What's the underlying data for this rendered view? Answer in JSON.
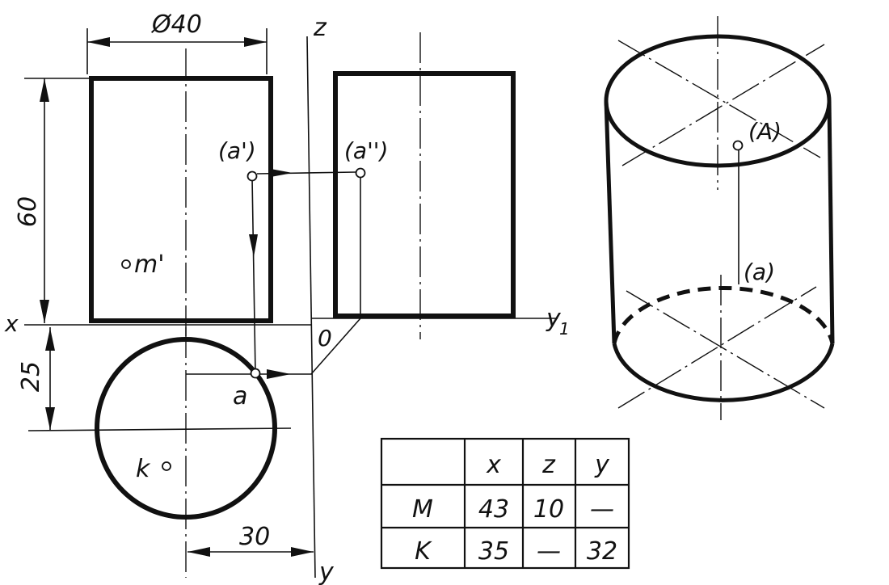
{
  "dimensions": {
    "diameter": "Ø40",
    "height": "60",
    "offset_y": "25",
    "offset_x": "30"
  },
  "axes": {
    "x": "x",
    "y": "y",
    "y1": "y",
    "y1_sub": "1",
    "z": "z",
    "origin": "0"
  },
  "points": {
    "a_front": "(a')",
    "a_side": "(a'')",
    "a_top": "a",
    "m_front": "m'",
    "k_top": "k",
    "A_iso": "(A)",
    "a_iso": "(a)"
  },
  "table": {
    "headers": [
      "",
      "x",
      "z",
      "y"
    ],
    "rows": [
      [
        "M",
        "43",
        "10",
        "—"
      ],
      [
        "K",
        "35",
        "—",
        "32"
      ]
    ]
  }
}
